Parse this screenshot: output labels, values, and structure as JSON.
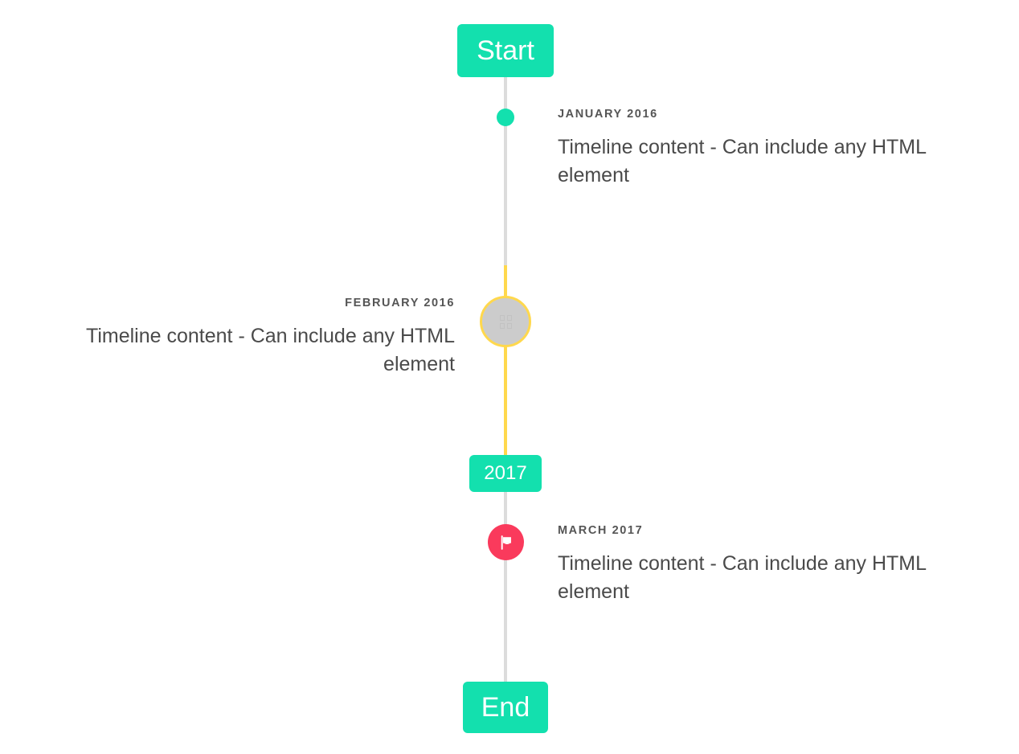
{
  "timeline": {
    "start_label": "Start",
    "end_label": "End",
    "year_marker_label": "2017",
    "colors": {
      "accent_teal": "#13e0ae",
      "rail_gray": "#dcdcdc",
      "rail_yellow": "#ffd84d",
      "marker_gray": "#cccccc",
      "flag_pink": "#fa3a5c",
      "date_text": "#555555",
      "body_text": "#4a4a4a",
      "background": "#ffffff"
    },
    "entries": [
      {
        "date": "January 2016",
        "body": "Timeline content - Can include any HTML element",
        "side": "right",
        "marker": "dot"
      },
      {
        "date": "February 2016",
        "body": "Timeline content - Can include any HTML element",
        "side": "left",
        "marker": "ring"
      },
      {
        "date": "March 2017",
        "body": "Timeline content - Can include any HTML element",
        "side": "right",
        "marker": "flag"
      }
    ]
  }
}
